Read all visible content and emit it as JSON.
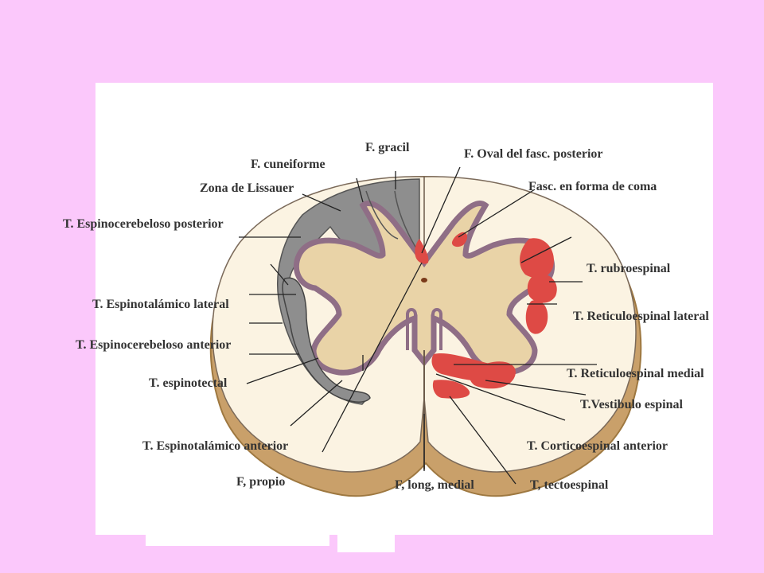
{
  "colors": {
    "background": "#FBC8FB",
    "panel": "#FFFFFF",
    "outer_ring": "#C9A06A",
    "white_matter": "#FBF3E2",
    "gray_matter": "#E9D3A7",
    "gray_matter_border": "#8F6E86",
    "dorsal_columns": "#8E8E8E",
    "tract_red": "#DE4A45"
  },
  "labels": {
    "gracil": "F. gracil",
    "oval": "F. Oval del fasc. posterior",
    "cuneiforme": "F. cuneiforme",
    "coma": "Fasc. en forma de coma",
    "lissauer": "Zona de Lissauer",
    "espinocerebeloso_post": "T. Espinocerebeloso posterior",
    "rubroespinal": "T. rubroespinal",
    "espinotalamico_lat": "T. Espinotalámico lateral",
    "reticuloespinal_lat": "T. Reticuloespinal lateral",
    "espinocerebeloso_ant": "T. Espinocerebeloso anterior",
    "reticuloespinal_med": "T. Reticuloespinal medial",
    "espinotectal": "T. espinotectal",
    "vestibulo": "T.Vestibulo espinal",
    "espinotalamico_ant": "T. Espinotalámico anterior",
    "corticoespinal_ant": "T. Corticoespinal anterior",
    "propio": "F, propio",
    "long_medial": "F, long, medial",
    "tectoespinal": "T, tectoespinal"
  }
}
